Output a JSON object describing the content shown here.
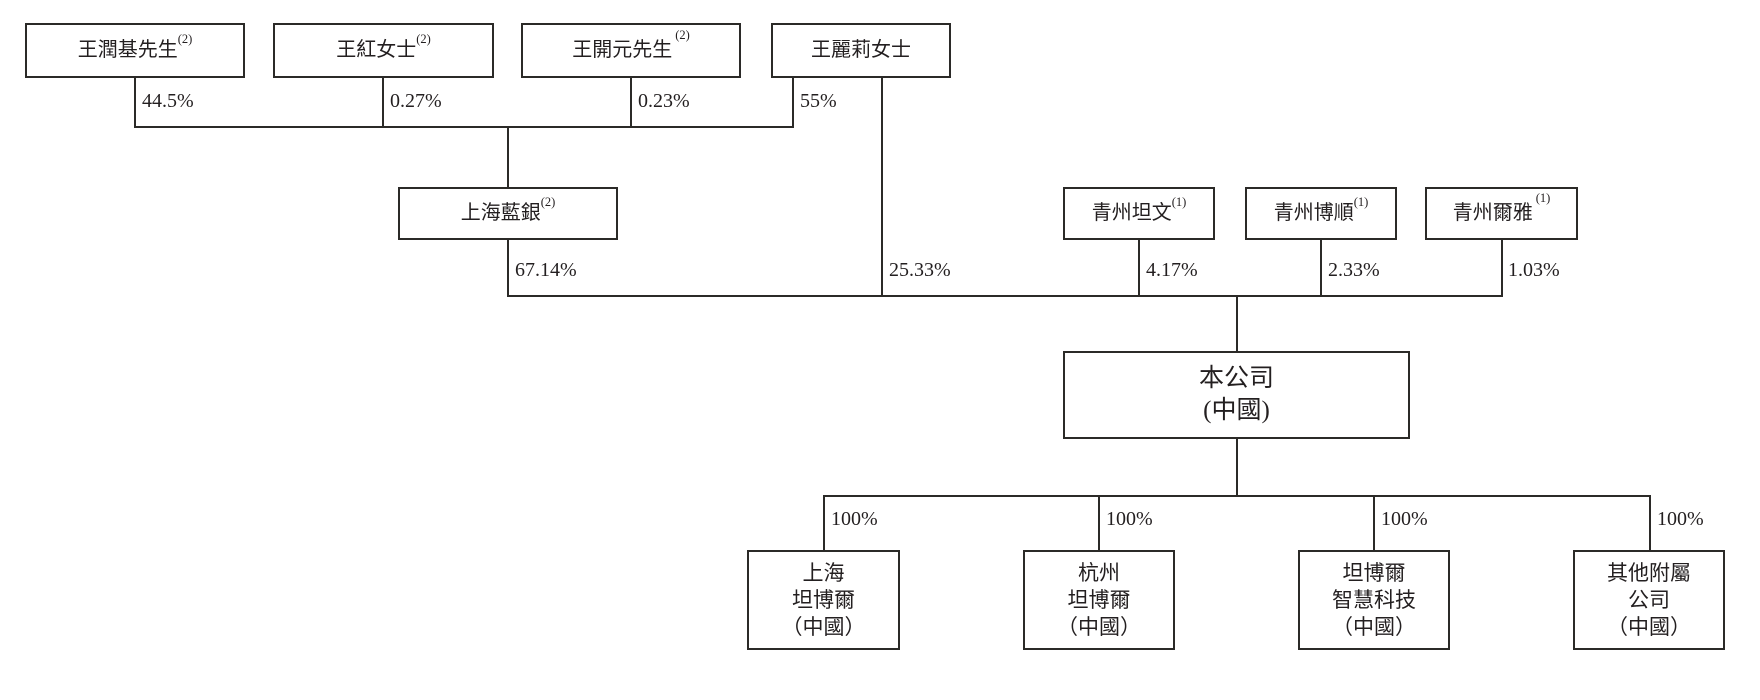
{
  "diagram": {
    "type": "shareholding-structure-chart",
    "colors": {
      "background": "#ffffff",
      "line": "#2b2a28",
      "text": "#231f20"
    },
    "nodes": {
      "wang_runji": {
        "name": "王潤基先生",
        "note": "(2)"
      },
      "wang_hong": {
        "name": "王紅女士",
        "note": "(2)"
      },
      "wang_kaiyuan": {
        "name": "王開元先生",
        "note": "(2)"
      },
      "wang_lili": {
        "name": "王麗莉女士"
      },
      "shanghai_lanyin": {
        "name": "上海藍銀",
        "note": "(2)"
      },
      "qingzhou_tanwen": {
        "name": "青州坦文",
        "note": "(1)"
      },
      "qingzhou_boshun": {
        "name": "青州博順",
        "note": "(1)"
      },
      "qingzhou_erya": {
        "name": "青州爾雅",
        "note": "(1)"
      },
      "company": {
        "line1": "本公司",
        "line2": "(中國)"
      },
      "shanghai_tanboer": {
        "line1": "上海",
        "line2": "坦博爾",
        "line3": "（中國）"
      },
      "hangzhou_tanboer": {
        "line1": "杭州",
        "line2": "坦博爾",
        "line3": "（中國）"
      },
      "tanboer_smart_tech": {
        "line1": "坦博爾",
        "line2": "智慧科技",
        "line3": "（中國）"
      },
      "other_subsidiaries": {
        "line1": "其他附屬",
        "line2": "公司",
        "line3": "（中國）"
      }
    },
    "ownership": {
      "wang_runji_to_lanyin": "44.5%",
      "wang_hong_to_lanyin": "0.27%",
      "wang_kaiyuan_to_lanyin": "0.23%",
      "wang_lili_to_lanyin": "55%",
      "lanyin_to_company": "67.14%",
      "wang_lili_to_company": "25.33%",
      "tanwen_to_company": "4.17%",
      "boshun_to_company": "2.33%",
      "erya_to_company": "1.03%",
      "company_to_shanghai_tanboer": "100%",
      "company_to_hangzhou_tanboer": "100%",
      "company_to_smart_tech": "100%",
      "company_to_other": "100%"
    }
  }
}
